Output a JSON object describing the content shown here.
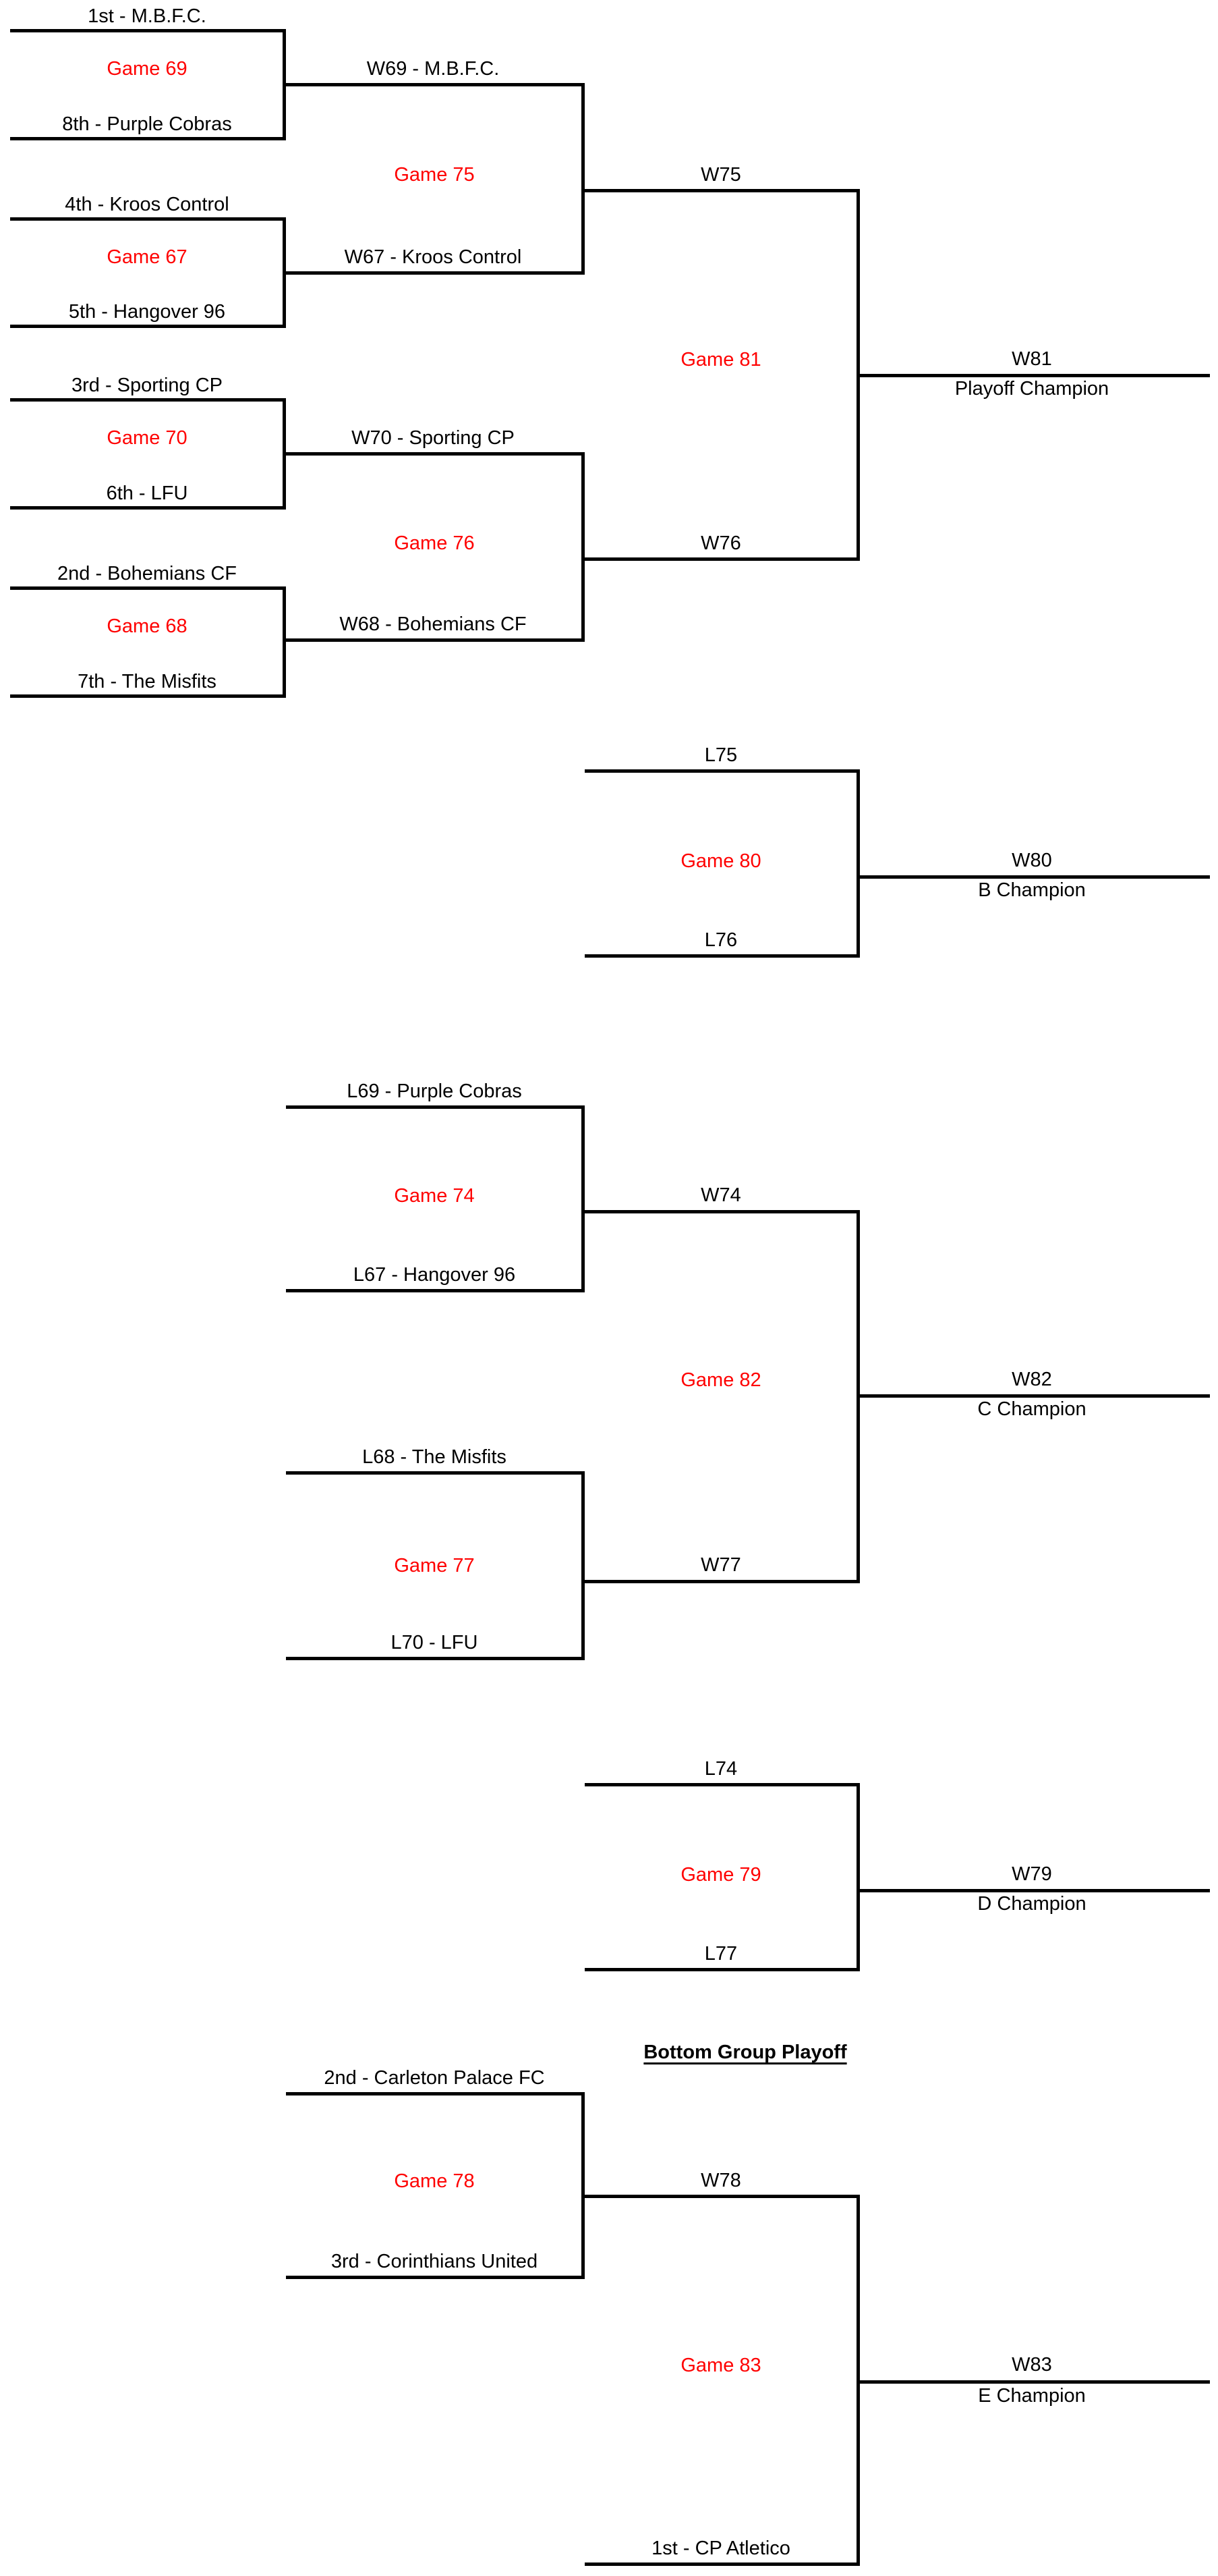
{
  "colors": {
    "game_label_accent": "#FF0000",
    "text": "#000000",
    "line": "#000000"
  },
  "championship": {
    "round1": [
      {
        "game": "Game 69",
        "top_team": "1st - M.B.F.C.",
        "bottom_team": "8th - Purple Cobras",
        "winner": "W69 - M.B.F.C."
      },
      {
        "game": "Game 67",
        "top_team": "4th - Kroos Control",
        "bottom_team": "5th - Hangover 96",
        "winner": "W67 - Kroos Control"
      },
      {
        "game": "Game 70",
        "top_team": "3rd - Sporting CP",
        "bottom_team": "6th - LFU",
        "winner": "W70 - Sporting CP"
      },
      {
        "game": "Game 68",
        "top_team": "2nd - Bohemians CF",
        "bottom_team": "7th - The Misfits",
        "winner": "W68 - Bohemians CF"
      }
    ],
    "semifinals": [
      {
        "game": "Game 75",
        "winner": "W75"
      },
      {
        "game": "Game 76",
        "winner": "W76"
      }
    ],
    "final": {
      "game": "Game 81",
      "winner": "W81",
      "champion": "Playoff Champion"
    }
  },
  "b_playoff": {
    "game": "Game 80",
    "top_seed": "L75",
    "bottom_seed": "L76",
    "winner": "W80",
    "champion": "B Champion"
  },
  "c_playoff": {
    "semifinals": [
      {
        "game": "Game 74",
        "top_team": "L69 - Purple Cobras",
        "bottom_team": "L67 - Hangover 96",
        "winner": "W74"
      },
      {
        "game": "Game 77",
        "top_team": "L68 - The Misfits",
        "bottom_team": "L70 - LFU",
        "winner": "W77"
      }
    ],
    "final": {
      "game": "Game 82",
      "winner": "W82",
      "champion": "C Champion"
    }
  },
  "d_playoff": {
    "game": "Game 79",
    "top_seed": "L74",
    "bottom_seed": "L77",
    "winner": "W79",
    "champion": "D Champion"
  },
  "bottom_group": {
    "heading": "Bottom Group Playoff",
    "semifinal": {
      "game": "Game 78",
      "top_team": "2nd - Carleton Palace FC",
      "bottom_team": "3rd - Corinthians United",
      "winner": "W78"
    },
    "bye_team": "1st - CP Atletico",
    "final": {
      "game": "Game 83",
      "winner": "W83",
      "champion": "E Champion"
    }
  }
}
